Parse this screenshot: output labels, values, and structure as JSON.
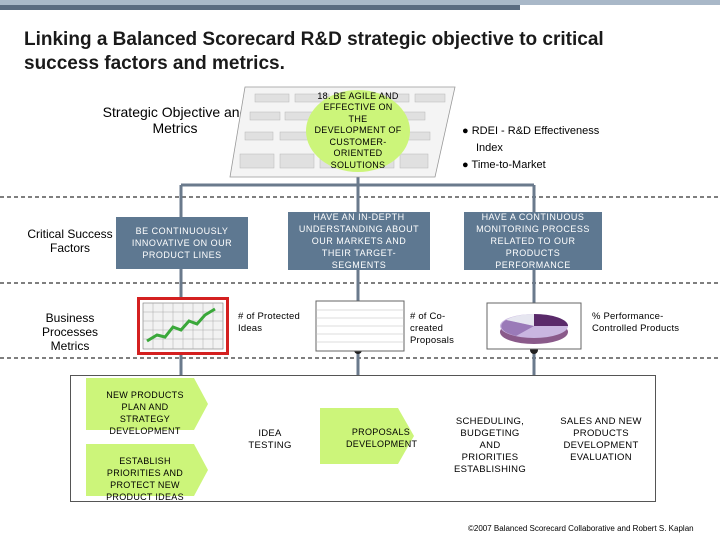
{
  "title": "Linking a Balanced Scorecard R&D strategic objective to critical success factors and metrics.",
  "row_labels": {
    "strategic": "Strategic Objective and Metrics",
    "csf": "Critical Success Factors",
    "business": "Business Processes Metrics"
  },
  "strategic_objective": "18. BE AGILE AND EFFECTIVE ON THE DEVELOPMENT OF CUSTOMER-ORIENTED SOLUTIONS",
  "strategic_metrics": [
    "RDEI - R&D Effectiveness",
    "Index",
    "Time-to-Market"
  ],
  "success_factors": [
    "BE CONTINUOUSLY INNOVATIVE ON OUR PRODUCT LINES",
    "HAVE AN IN-DEPTH UNDERSTANDING ABOUT OUR MARKETS AND THEIR TARGET-SEGMENTS",
    "HAVE A CONTINUOUS MONITORING PROCESS RELATED TO OUR PRODUCTS PERFORMANCE"
  ],
  "process_metrics": [
    "# of Protected Ideas",
    "# of Co-created Proposals",
    "% Performance-Controlled Products"
  ],
  "processes": {
    "p1": "NEW PRODUCTS PLAN AND STRATEGY DEVELOPMENT",
    "p2": "ESTABLISH PRIORITIES AND PROTECT NEW PRODUCT IDEAS",
    "p3": "IDEA TESTING",
    "p4": "PROPOSALS DEVELOPMENT",
    "p5": "SCHEDULING, BUDGETING AND PRIORITIES ESTABLISHING",
    "p6": "SALES AND NEW PRODUCTS DEVELOPMENT EVALUATION"
  },
  "footer": "©2007 Balanced Scorecard Collaborative and Robert S. Kaplan",
  "colors": {
    "blue_box": "#5e7891",
    "green": "#ccf57a",
    "connector": "#6a7a8c",
    "red_frame": "#d42020"
  }
}
